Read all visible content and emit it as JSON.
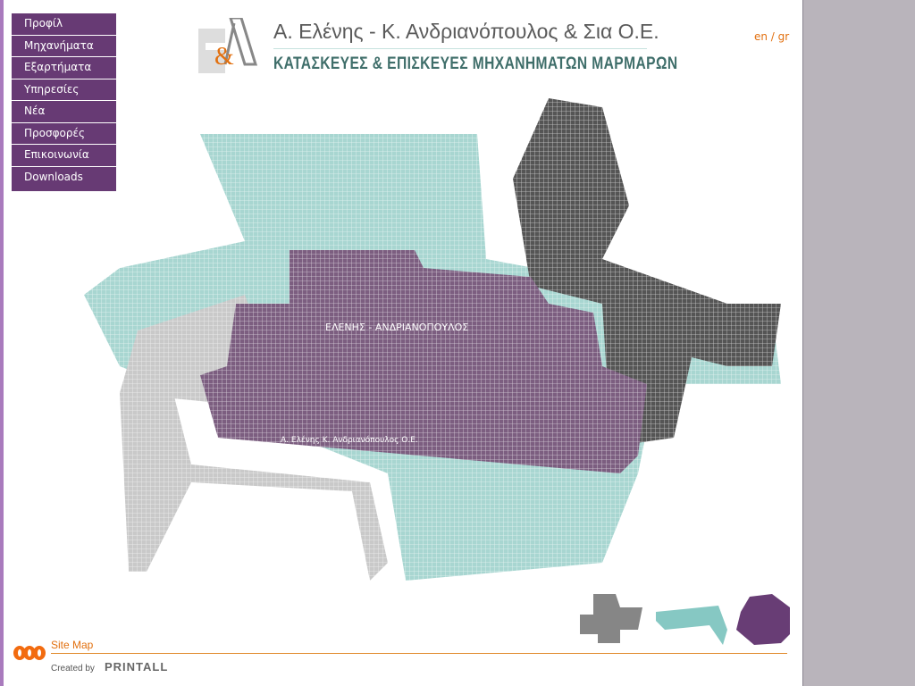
{
  "menu": [
    "Προφίλ",
    "Μηχανήματα",
    "Εξαρτήματα",
    "Υπηρεσίες",
    "Νέα",
    "Προσφορές",
    "Επικοινωνία",
    "Downloads"
  ],
  "header": {
    "title": "Α. Ελένης - Κ. Ανδριανόπουλος & Σια Ο.Ε.",
    "subtitle": "ΚΑΤΑΣΚΕΥΕΣ & ΕΠΙΣΚΕΥΕΣ ΜΗΧΑΝΗΜΑΤΩΝ ΜΑΡΜΑΡΩΝ",
    "lang": "en / gr",
    "logo_text": "Ε&Α"
  },
  "machine_labels": {
    "top": "ΕΛΕΝΗΣ - ΑΝΔΡΙΑΝΟΠΟΥΛΟΣ",
    "bottom": "Α. Ελένης Κ. Ανδριανόπουλος Ο.Ε."
  },
  "footer": {
    "sitemap": "Site Map",
    "created_by": "Created by",
    "printall": "PRINTALL"
  },
  "colors": {
    "purple": "#673a74",
    "teal": "#8fcbc4",
    "orange": "#e2700f"
  }
}
